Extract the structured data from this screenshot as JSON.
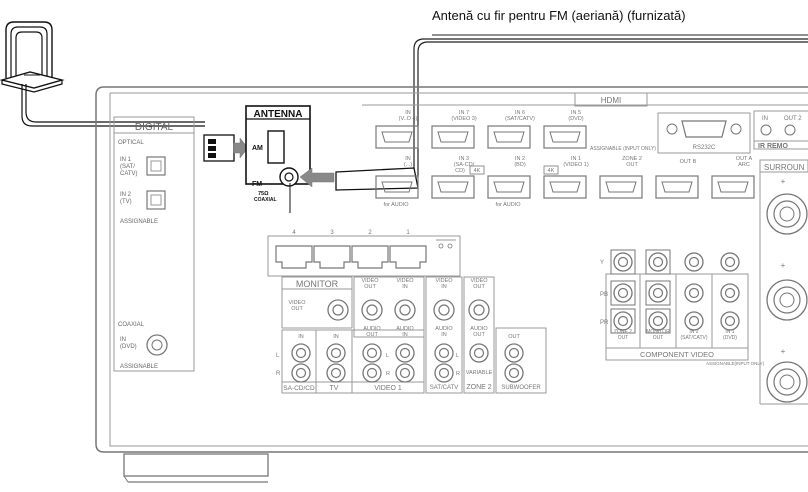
{
  "caption": "Antenă cu fir pentru FM (aeriană) (furnizată)",
  "antenna": {
    "title": "ANTENNA",
    "am": "AM",
    "fm": "FM",
    "ohm": "75Ω",
    "coaxial": "COAXIAL"
  },
  "digital": {
    "title": "DIGITAL",
    "optical": "OPTICAL",
    "in1": [
      "IN 1",
      "(SAT/",
      "CATV)"
    ],
    "in2": [
      "IN 2",
      "(TV)"
    ],
    "assignable": "ASSIGNABLE",
    "coaxial": "COAXIAL",
    "in_dvd": [
      "IN",
      "(DVD)"
    ],
    "assignable2": "ASSIGNABLE"
  },
  "hdmi": {
    "title": "HDMI",
    "top_ports": [
      [
        "IN",
        "(V..O 4)"
      ],
      [
        "IN 7",
        "(VIDEO 3)"
      ],
      [
        "IN 6",
        "(SAT/CATV)"
      ],
      [
        "IN 5",
        "(DVD)"
      ]
    ],
    "assignable_note": "ASSIGNABLE (INPUT ONLY)",
    "bottom_ports": [
      [
        "IN",
        "(...)"
      ],
      [
        "IN 3",
        "(SA-CD/",
        "CD)"
      ],
      [
        "IN 2",
        "(BD)"
      ],
      [
        "IN 1",
        "(VIDEO 1)"
      ],
      [
        "ZONE 2",
        "OUT"
      ],
      [
        "OUT B"
      ],
      [
        "OUT A",
        "ARC"
      ]
    ],
    "badge_4k": "4K",
    "for_audio": "for AUDIO"
  },
  "rs232c": "RS232C",
  "ir_remote": {
    "in": "IN",
    "out2": "OUT 2",
    "label": "IR REMO"
  },
  "lan_ports": [
    "4",
    "3",
    "2",
    "1"
  ],
  "monitor": {
    "title": "MONITOR",
    "video_out": [
      "VIDEO",
      "OUT"
    ]
  },
  "analog_columns": [
    {
      "top": [
        "VIDEO",
        "OUT"
      ],
      "mid": "",
      "name": ""
    },
    {
      "top": [
        "VIDEO",
        "IN"
      ],
      "mid": "",
      "name": ""
    }
  ],
  "audio": {
    "in": "IN",
    "l": "L",
    "r": "R",
    "sacd": "SA-CD/CD",
    "tv": "TV",
    "video1": "VIDEO 1",
    "video_out": [
      "VIDEO",
      "OUT"
    ],
    "video_in": [
      "VIDEO",
      "IN"
    ],
    "audio_out": [
      "AUDIO",
      "OUT"
    ],
    "audio_in": [
      "AUDIO",
      "IN"
    ],
    "satcatv": "SAT/CATV",
    "zone2": "ZONE 2",
    "variable": "VARIABLE",
    "subwoofer": "SUBWOOFER",
    "out": "OUT"
  },
  "component": {
    "title": "COMPONENT VIDEO",
    "note": "ASSIGNABLE(INPUT ONLY)",
    "y": "Y",
    "pb": "PB",
    "pr": "PR",
    "columns": [
      [
        "ZONE 2",
        "OUT"
      ],
      [
        "MONITOR",
        "OUT"
      ],
      [
        "IN 2",
        "(SAT/CATV)"
      ],
      [
        "IN 1",
        "(DVD)"
      ]
    ]
  },
  "surround": {
    "title": "SURROUN",
    "plus": "+"
  }
}
